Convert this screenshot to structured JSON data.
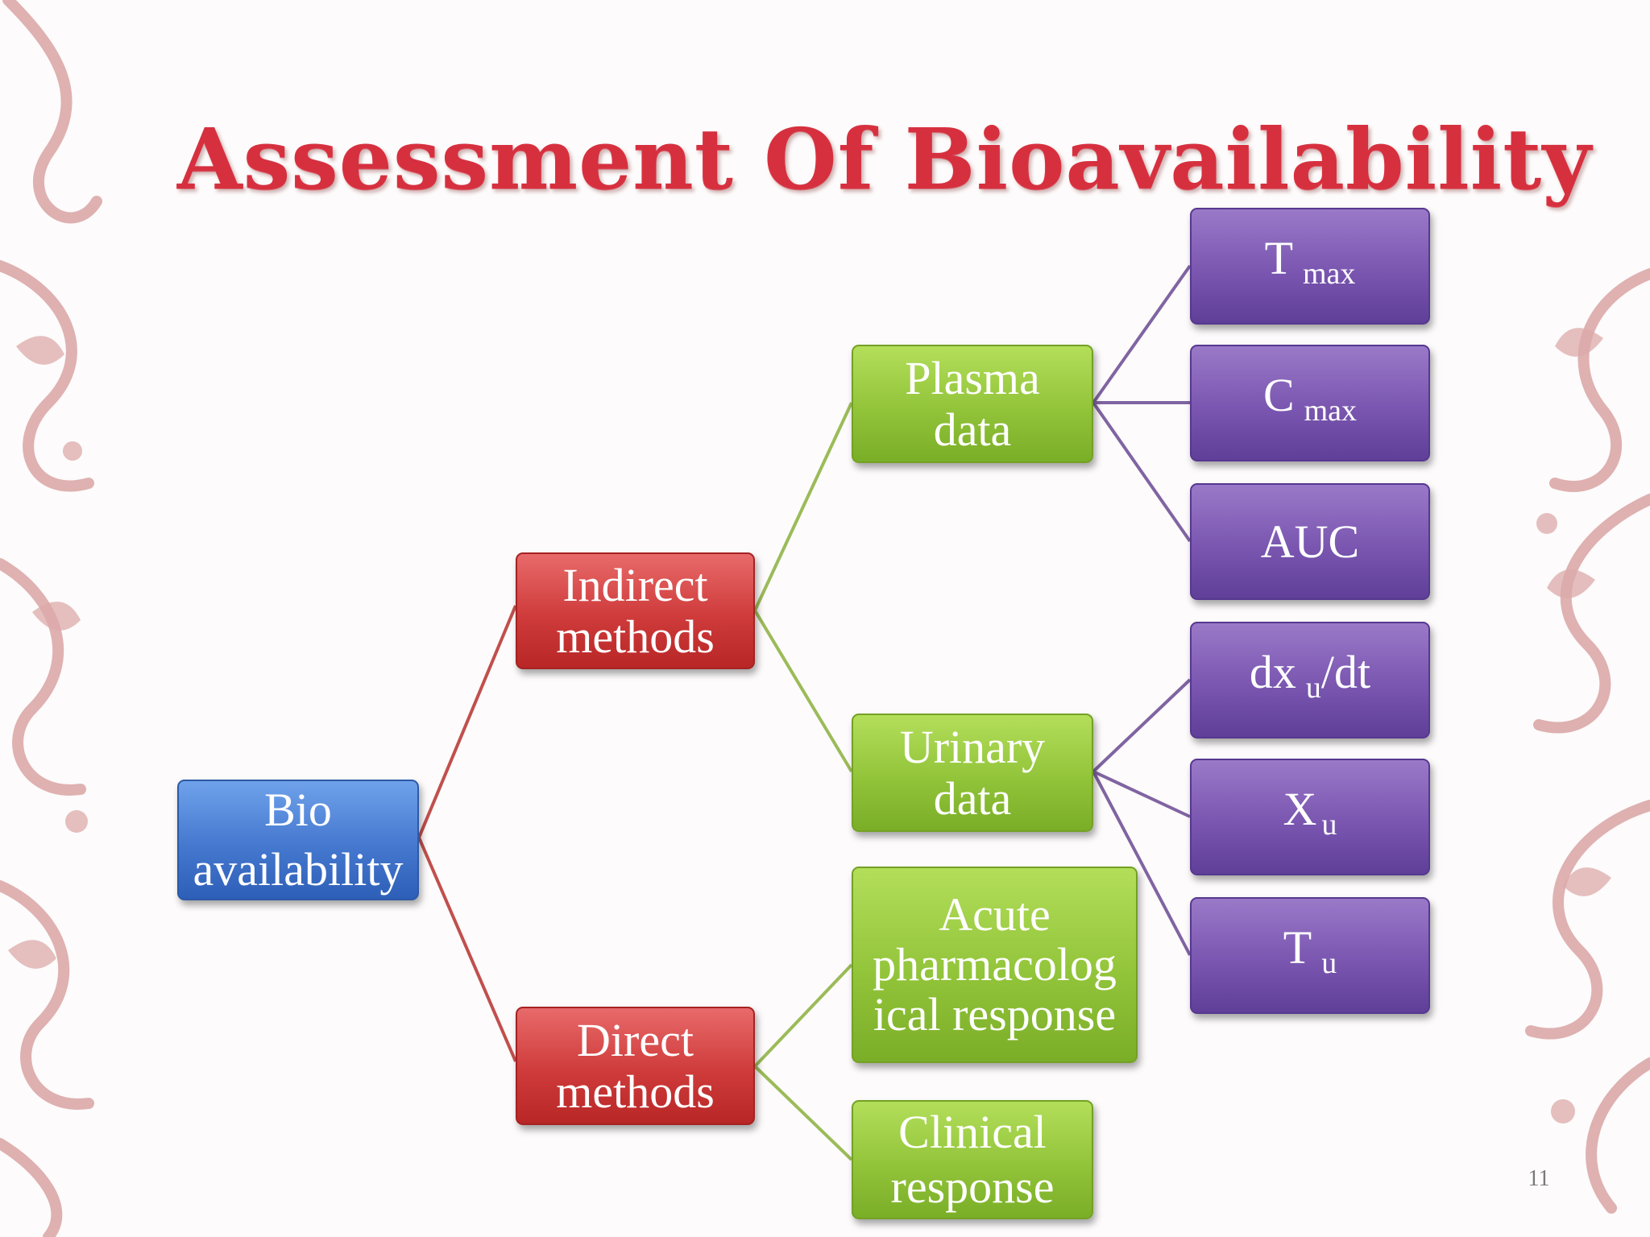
{
  "slide": {
    "title": "Assessment Of Bioavailability",
    "page_number": "11"
  },
  "colors": {
    "title": "#d6303f",
    "root": "#4578cf",
    "level1": "#cf3b3b",
    "level2": "#92c43a",
    "level3": "#7a56b0",
    "edge_red": "#c0504d",
    "edge_green": "#9bbb59",
    "edge_purple": "#8064a2",
    "ornament": "#d9a3a3"
  },
  "diagram": {
    "root": {
      "line1": "Bio",
      "line2": "availability"
    },
    "indirect": {
      "line1": "Indirect",
      "line2": "methods"
    },
    "direct": {
      "line1": "Direct",
      "line2": "methods"
    },
    "plasma": {
      "line1": "Plasma",
      "line2": "data"
    },
    "urinary": {
      "line1": "Urinary",
      "line2": "data"
    },
    "acute": {
      "line1": "Acute",
      "line2": "pharmacolog",
      "line3": "ical response"
    },
    "clinical": {
      "line1": "Clinical",
      "line2": "response"
    },
    "tmax": {
      "main": "T",
      "sub": "max"
    },
    "cmax": {
      "main": "C",
      "sub": "max"
    },
    "auc": {
      "main": "AUC"
    },
    "dxudt": {
      "main": "dx",
      "sub": "u",
      "tail": "/dt"
    },
    "xu": {
      "main": "X",
      "sub": "u"
    },
    "tu": {
      "main": "T",
      "sub": "u"
    }
  }
}
